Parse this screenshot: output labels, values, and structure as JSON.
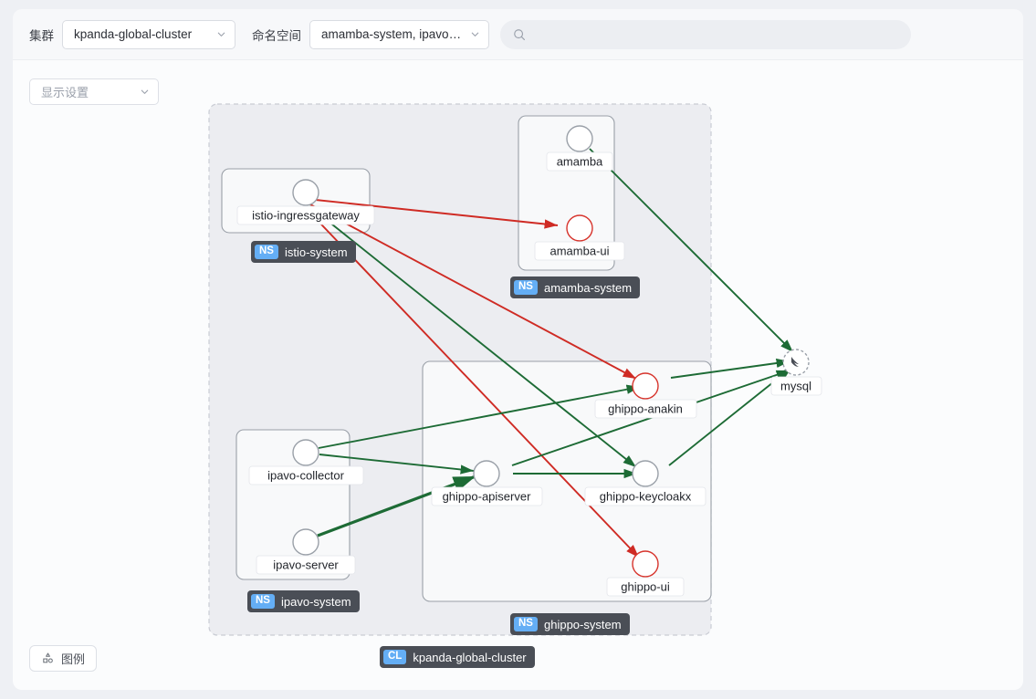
{
  "topbar": {
    "cluster_label": "集群",
    "cluster_value": "kpanda-global-cluster",
    "namespace_label": "命名空间",
    "namespace_value": "amamba-system, ipavo-s...",
    "search_placeholder": ""
  },
  "canvas": {
    "display_settings_label": "显示设置",
    "legend_label": "图例"
  },
  "graph": {
    "cluster": {
      "badge": "CL",
      "name": "kpanda-global-cluster"
    },
    "namespaces": [
      {
        "id": "istio-system",
        "badge": "NS",
        "name": "istio-system"
      },
      {
        "id": "amamba-system",
        "badge": "NS",
        "name": "amamba-system"
      },
      {
        "id": "ipavo-system",
        "badge": "NS",
        "name": "ipavo-system"
      },
      {
        "id": "ghippo-system",
        "badge": "NS",
        "name": "ghippo-system"
      }
    ],
    "nodes": [
      {
        "id": "istio-ingressgateway",
        "label": "istio-ingressgateway",
        "namespace": "istio-system",
        "status": "normal"
      },
      {
        "id": "amamba",
        "label": "amamba",
        "namespace": "amamba-system",
        "status": "normal"
      },
      {
        "id": "amamba-ui",
        "label": "amamba-ui",
        "namespace": "amamba-system",
        "status": "error"
      },
      {
        "id": "ipavo-collector",
        "label": "ipavo-collector",
        "namespace": "ipavo-system",
        "status": "normal"
      },
      {
        "id": "ipavo-server",
        "label": "ipavo-server",
        "namespace": "ipavo-system",
        "status": "normal"
      },
      {
        "id": "ghippo-anakin",
        "label": "ghippo-anakin",
        "namespace": "ghippo-system",
        "status": "error"
      },
      {
        "id": "ghippo-apiserver",
        "label": "ghippo-apiserver",
        "namespace": "ghippo-system",
        "status": "normal"
      },
      {
        "id": "ghippo-keycloakx",
        "label": "ghippo-keycloakx",
        "namespace": "ghippo-system",
        "status": "normal"
      },
      {
        "id": "ghippo-ui",
        "label": "ghippo-ui",
        "namespace": "ghippo-system",
        "status": "error"
      },
      {
        "id": "mysql",
        "label": "mysql",
        "namespace": "external",
        "status": "external"
      }
    ],
    "edges": [
      {
        "from": "istio-ingressgateway",
        "to": "amamba-ui",
        "status": "error"
      },
      {
        "from": "istio-ingressgateway",
        "to": "ghippo-anakin",
        "status": "error"
      },
      {
        "from": "istio-ingressgateway",
        "to": "ghippo-ui",
        "status": "error"
      },
      {
        "from": "istio-ingressgateway",
        "to": "ghippo-keycloakx",
        "status": "normal"
      },
      {
        "from": "amamba",
        "to": "mysql",
        "status": "normal"
      },
      {
        "from": "ghippo-anakin",
        "to": "mysql",
        "status": "normal"
      },
      {
        "from": "ghippo-keycloakx",
        "to": "mysql",
        "status": "normal"
      },
      {
        "from": "ghippo-apiserver",
        "to": "mysql",
        "status": "normal"
      },
      {
        "from": "ipavo-collector",
        "to": "ghippo-anakin",
        "status": "normal"
      },
      {
        "from": "ipavo-collector",
        "to": "ghippo-apiserver",
        "status": "normal"
      },
      {
        "from": "ipavo-server",
        "to": "ghippo-apiserver",
        "status": "normal"
      },
      {
        "from": "ghippo-apiserver",
        "to": "ghippo-keycloakx",
        "status": "normal"
      }
    ],
    "colors": {
      "edge_normal": "#1d6b35",
      "edge_error": "#cf2b24",
      "node_error_stroke": "#d7342c",
      "badge_chip": "#64aef5",
      "badge_bg": "#4a4e56"
    }
  }
}
